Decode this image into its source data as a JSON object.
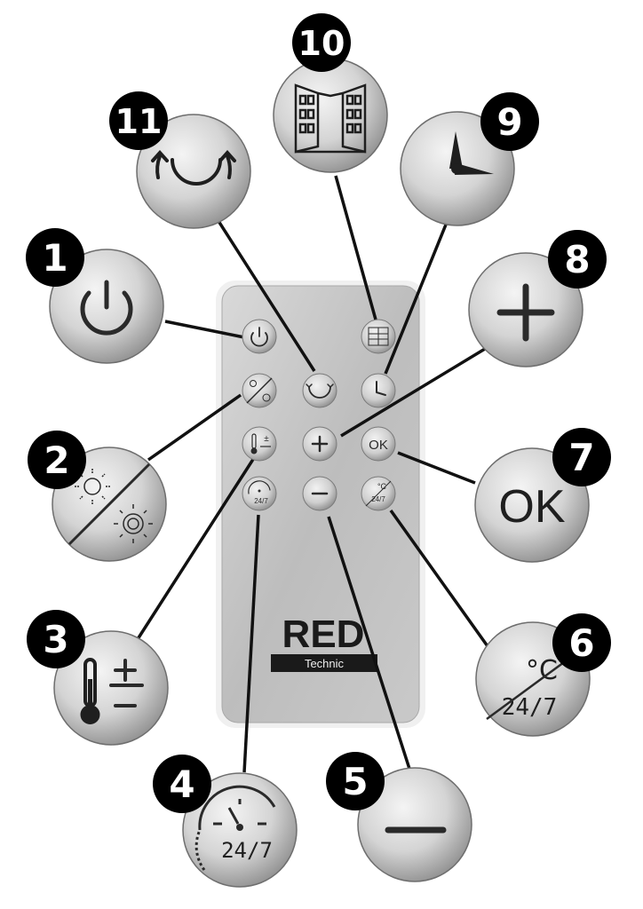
{
  "diagram": {
    "brand": {
      "name": "RED",
      "sub": "Technic"
    },
    "callouts": [
      {
        "number": "1",
        "function": "power"
      },
      {
        "number": "2",
        "function": "mode-toggle"
      },
      {
        "number": "3",
        "function": "temperature-plus-minus"
      },
      {
        "number": "4",
        "function": "timer-24-7",
        "text": "24/7"
      },
      {
        "number": "5",
        "function": "minus"
      },
      {
        "number": "6",
        "function": "celsius-24-7",
        "text_top": "°C",
        "text_bottom": "24/7"
      },
      {
        "number": "7",
        "function": "ok",
        "text": "OK"
      },
      {
        "number": "8",
        "function": "plus"
      },
      {
        "number": "9",
        "function": "clock"
      },
      {
        "number": "10",
        "function": "window-open"
      },
      {
        "number": "11",
        "function": "oscillation"
      }
    ]
  },
  "colors": {
    "remote_body": "#c8c8c8",
    "button_face": "#d6d6d6",
    "badge": "#000000",
    "ink": "#2a2a2a",
    "leader": "#111111"
  }
}
